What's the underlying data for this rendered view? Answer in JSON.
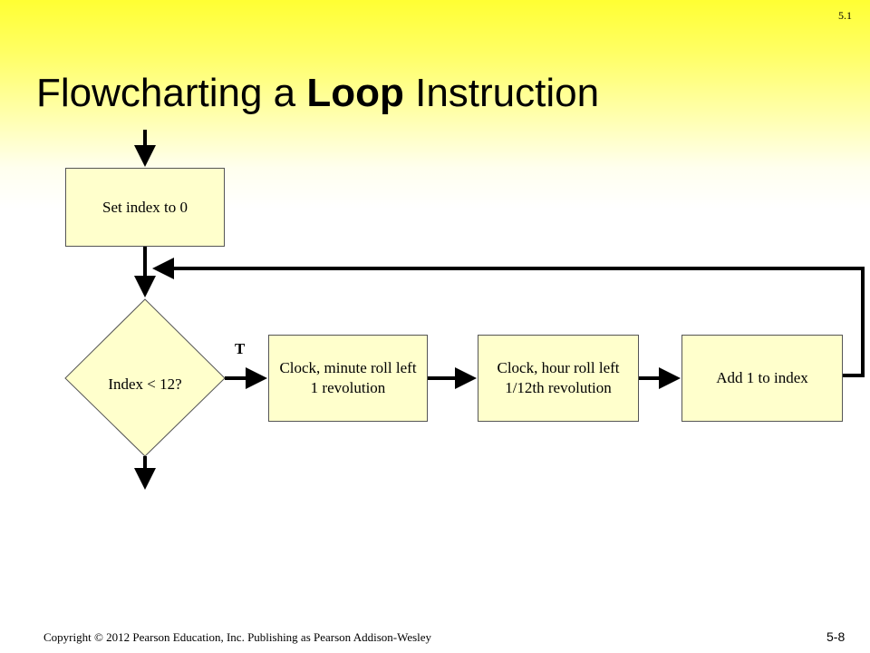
{
  "slide": {
    "section_number": "5.1",
    "title_prefix": "Flowcharting a ",
    "title_bold": "Loop",
    "title_suffix": " Instruction",
    "copyright": "Copyright © 2012 Pearson Education, Inc. Publishing as Pearson Addison-Wesley",
    "page_number": "5-8"
  },
  "flowchart": {
    "set_index": "Set index to 0",
    "decision": "Index < 12?",
    "true_label": "T",
    "minute_roll": "Clock, minute roll left 1 revolution",
    "hour_roll": "Clock, hour roll left 1/12th revolution",
    "add_one": "Add 1 to index"
  }
}
